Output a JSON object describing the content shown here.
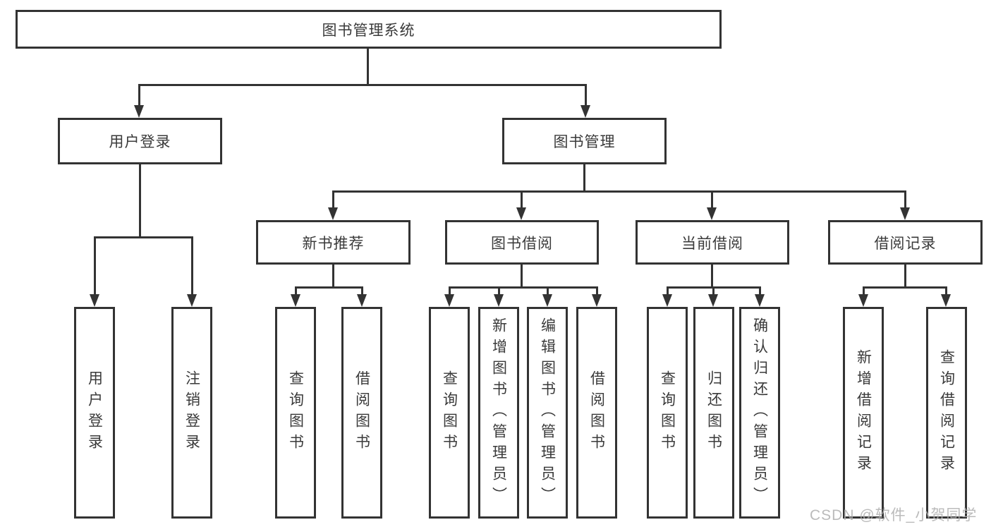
{
  "diagram": {
    "title": "图书管理系统",
    "level2": {
      "user_login": "用户登录",
      "book_mgmt": "图书管理"
    },
    "level3": {
      "new_books": "新书推荐",
      "borrowing": "图书借阅",
      "current": "当前借阅",
      "records": "借阅记录"
    },
    "leaves": {
      "user_login": [
        "用户登录",
        "注销登录"
      ],
      "new_books": [
        "查询图书",
        "借阅图书"
      ],
      "borrowing": [
        "查询图书",
        "新增图书（管理员）",
        "编辑图书（管理员）",
        "借阅图书"
      ],
      "current": [
        "查询图书",
        "归还图书",
        "确认归还（管理员）"
      ],
      "records": [
        "新增借阅记录",
        "查询借阅记录"
      ]
    }
  },
  "watermark": "CSDN @软件_小贺同学",
  "colors": {
    "line": "#333333",
    "text": "#3a3a3a",
    "background": "#ffffff",
    "watermark": "#afafaf"
  }
}
